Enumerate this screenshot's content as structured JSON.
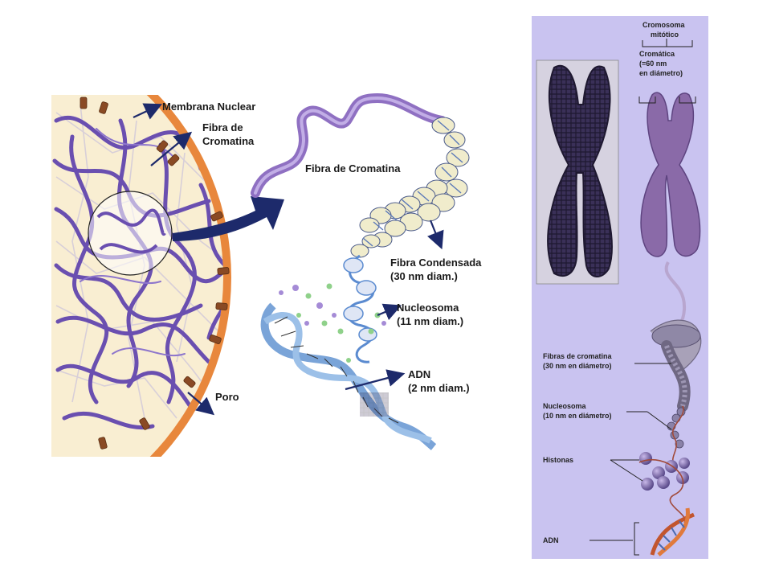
{
  "left_figure": {
    "labels": {
      "membrana": "Membrana Nuclear",
      "fibra_de_l1": "Fibra de",
      "fibra_de_l2": "Cromatina",
      "fibra_cromatina": "Fibra de Cromatina",
      "condensada_l1": "Fibra Condensada",
      "condensada_l2": "(30 nm diam.)",
      "nucleosoma_l1": "Nucleosoma",
      "nucleosoma_l2": "(11 nm diam.)",
      "adn_l1": "ADN",
      "adn_l2": "(2 nm diam.)",
      "poro": "Poro"
    }
  },
  "right_figure": {
    "labels": {
      "cromosoma_l1": "Cromosoma",
      "cromosoma_l2": "mitótico",
      "cromatica_l1": "Cromática",
      "cromatica_l2": "(=60 nm",
      "cromatica_l3": "en diámetro)",
      "fibras_l1": "Fibras de cromatina",
      "fibras_l2": "(30 nm en diámetro)",
      "nucleosoma_l1": "Nucleosoma",
      "nucleosoma_l2": "(10 nm en diámetro)",
      "histonas": "Histonas",
      "adn": "ADN"
    },
    "colors": {
      "panel_bg": "#c9c3f0",
      "chromosome": "#8a6aa8",
      "micrograph": "#2a2340"
    }
  }
}
